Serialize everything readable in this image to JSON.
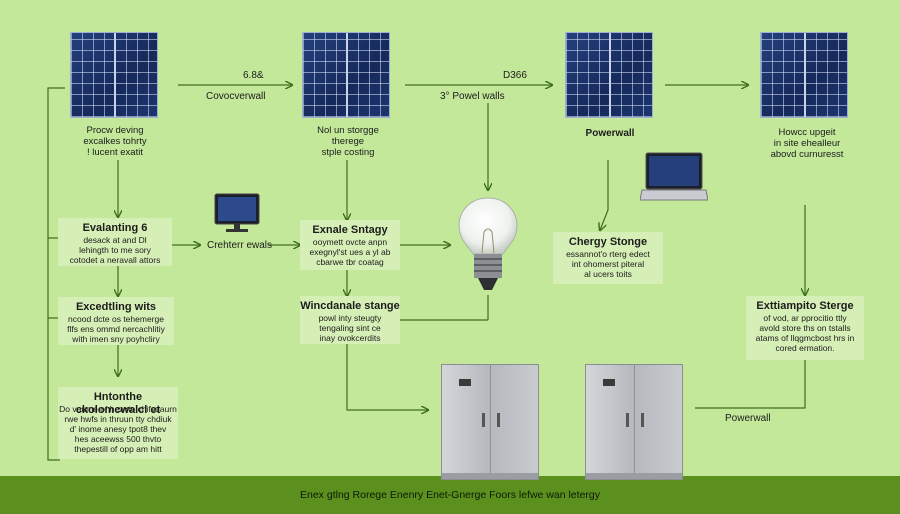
{
  "diagram": {
    "top_labels": {
      "top_left_value": "6.8&",
      "covo": "Covocverwall",
      "mid_value": "D366",
      "powel": "3° Powel walls"
    },
    "panel_captions": {
      "p1": "Procw deving\nexcalkes tohrty\n! lucent exatit",
      "p2": "Nol un storgge\ntherege\nstple costing",
      "p3": "Powerwall",
      "p4": "Howcc upgeit\nin site ehealleur\nabovd curnuresst"
    },
    "boxes": {
      "b1": {
        "title": "Evalanting 6",
        "body": "desack at and Dl\nlehingth to me sory\ncotodet a neravall attors"
      },
      "b2": {
        "title": "Excedtling wits",
        "body": "ncood dcte os tehemerge\nflfs ens ommd nercachlitiy\nwith imen sny poyhcliry"
      },
      "b3": {
        "title": "Hntonthe ckolomcwalcl et",
        "body": "Do vaume of hewrto chifcuaurn\nrwe hwfs in thruun tty chdiuk\nd' inome anesy tpot8 thev\nhes aceewss 500 thvto\nthepestill of opp am hitt"
      },
      "b4": {
        "title": "Exnale Sntagy",
        "body": "ooymett ovcte anpn\nexegnyl'st ues a yl ab\ncbarwe tbr coatag"
      },
      "b5": {
        "title": "Wincdanale stange",
        "body": "powl inty steugty\ntengaling sint ce\ninay ovokcerdits"
      },
      "b6": {
        "title": "Chergy Stonge",
        "body": "essannot'o rterg edect\nint ohomerst piteral\nal ucers toits"
      },
      "b7": {
        "title": "Exttiampito Sterge",
        "body": "of vod, ar pprocitio ttly\navold store ths on tstalls\natams of llqgmcbost hrs in\ncored ermation."
      }
    },
    "mid_labels": {
      "creter": "Crehterr ewals",
      "powerwall_lower": "Powerwall"
    },
    "footer": "Enex gtlng Rorege Enenry Enet-Gnerge Foors lefwe wan letergy"
  }
}
